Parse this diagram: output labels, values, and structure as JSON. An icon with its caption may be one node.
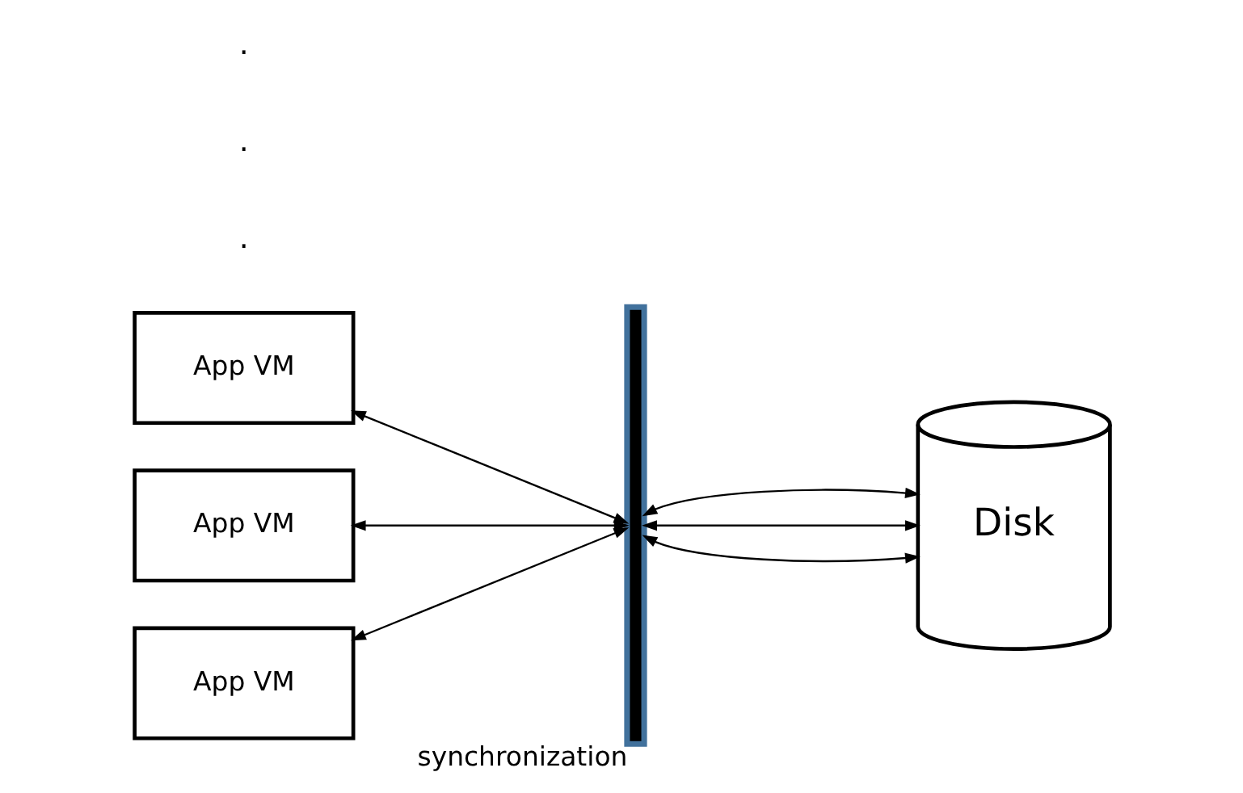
{
  "diagram": {
    "nodes": [
      {
        "text": [
          "App VM"
        ]
      },
      {
        "text": [
          "App VM"
        ]
      },
      {
        "text": [
          "App VM"
        ]
      },
      {
        "text": [],
        "shape": "bar",
        "beside": [
          "synchronization"
        ]
      },
      {
        "text": [
          "Disk"
        ]
      }
    ],
    "edges": [
      {
        "from": 0,
        "to": 3,
        "arrow": "both"
      },
      {
        "from": 1,
        "to": 3,
        "arrow": "both"
      },
      {
        "from": 2,
        "to": 3,
        "arrow": "both"
      },
      {
        "from": 3,
        "to": 4,
        "arrow": "both"
      },
      {
        "from": 3,
        "to": 4,
        "arrow": "both"
      },
      {
        "from": 3,
        "to": 4,
        "arrow": "both"
      }
    ],
    "labels": [
      ".",
      ".",
      "."
    ]
  }
}
